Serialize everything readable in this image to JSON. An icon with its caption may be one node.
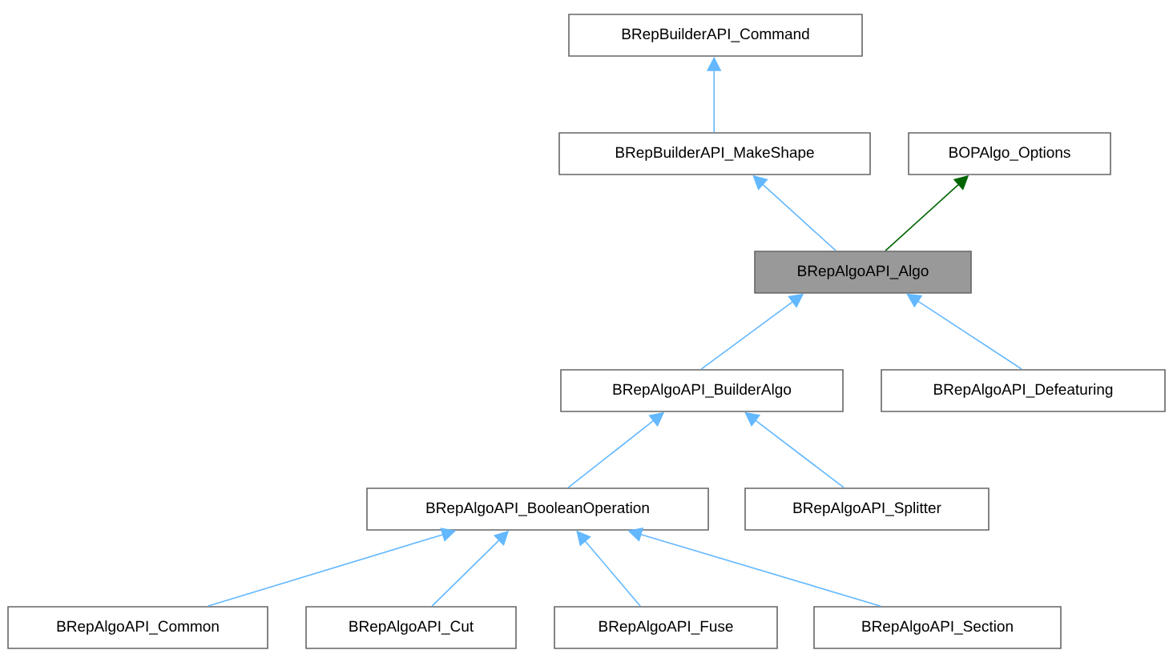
{
  "diagram": {
    "nodes": [
      {
        "text": [
          "BRepBuilderAPI_Command"
        ]
      },
      {
        "text": [
          "BRepBuilderAPI_MakeShape"
        ]
      },
      {
        "text": [
          "BOPAlgo_Options"
        ]
      },
      {
        "text": [
          "BRepAlgoAPI_Algo"
        ]
      },
      {
        "text": [
          "BRepAlgoAPI_BuilderAlgo"
        ]
      },
      {
        "text": [
          "BRepAlgoAPI_Defeaturing"
        ]
      },
      {
        "text": [
          "BRepAlgoAPI_BooleanOperation"
        ]
      },
      {
        "text": [
          "BRepAlgoAPI_Splitter"
        ]
      },
      {
        "text": [
          "BRepAlgoAPI_Common"
        ]
      },
      {
        "text": [
          "BRepAlgoAPI_Cut"
        ]
      },
      {
        "text": [
          "BRepAlgoAPI_Fuse"
        ]
      },
      {
        "text": [
          "BRepAlgoAPI_Section"
        ]
      }
    ],
    "edges": [
      {
        "from": 1,
        "to": 0,
        "arrow": "to"
      },
      {
        "from": 3,
        "to": 1,
        "arrow": "to"
      },
      {
        "from": 3,
        "to": 2,
        "arrow": "to",
        "color": "#006400"
      },
      {
        "from": 4,
        "to": 3,
        "arrow": "to"
      },
      {
        "from": 5,
        "to": 3,
        "arrow": "to"
      },
      {
        "from": 6,
        "to": 4,
        "arrow": "to"
      },
      {
        "from": 7,
        "to": 4,
        "arrow": "to"
      },
      {
        "from": 8,
        "to": 6,
        "arrow": "to"
      },
      {
        "from": 9,
        "to": 6,
        "arrow": "to"
      },
      {
        "from": 10,
        "to": 6,
        "arrow": "to"
      },
      {
        "from": 11,
        "to": 6,
        "arrow": "to"
      }
    ]
  }
}
